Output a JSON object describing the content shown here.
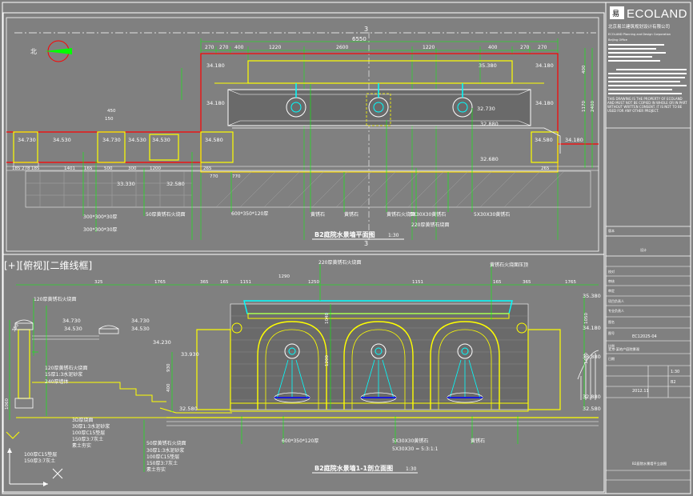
{
  "viewport_label": {
    "plus": "[+]",
    "view": "[俯视]",
    "style": "[二维线框]"
  },
  "colors": {
    "background": "#808080",
    "yellow": "#ffff00",
    "green": "#00ff00",
    "red": "#ff0000",
    "white": "#ffffff",
    "cyan": "#00ffff",
    "blue": "#0000ff",
    "black": "#000000",
    "dark_fill": "#6a6a6a"
  },
  "plan": {
    "title": "B2庭院水景墙平面图",
    "scale": "1:30",
    "section_mark": "3",
    "north_label": "北",
    "total_width": "6550",
    "top_dims": [
      "270",
      "270",
      "400",
      "1220",
      "2600",
      "1220",
      "400",
      "270",
      "270"
    ],
    "right_dims": [
      "400",
      "1170",
      "2400"
    ],
    "left_dims": [
      "450",
      "1401",
      "150"
    ],
    "elevations": [
      "34.180",
      "35.380",
      "34.180",
      "34.180",
      "34.180",
      "32.730",
      "32.880",
      "32.680",
      "34.730",
      "34.530",
      "34.730",
      "34.530",
      "34.530",
      "34.580",
      "34.580",
      "34.180",
      "33.330",
      "32.580"
    ],
    "bottom_dims": [
      "185",
      "278",
      "185",
      "165",
      "500",
      "300",
      "1200",
      "265",
      "265",
      "770",
      "770"
    ],
    "notes": [
      "300*300*30厚",
      "300*300*30厚",
      "50厚黄锈石火烧面",
      "600*350*120厚",
      "黄锈石",
      "黄锈石",
      "黄锈石火烧面",
      "220厚黄锈石烧面",
      "5X30X30黄锈石",
      "5X30X30黄锈石"
    ]
  },
  "elevation": {
    "title": "B2庭院水景墙1-1剖立面图",
    "scale": "1:30",
    "note_top_left": "120厚黄锈石火烧面",
    "note_top_mid": "220厚黄锈石火烧面",
    "note_top_right": "黄锈石火烧面压顶",
    "top_dims": [
      "325",
      "1765",
      "365",
      "165",
      "1151",
      "1250",
      "1151",
      "165",
      "365",
      "1765"
    ],
    "mid_dims": [
      "1290",
      "1250"
    ],
    "elevations": [
      "35.380",
      "34.730",
      "34.530",
      "34.730",
      "34.530",
      "34.230",
      "33.930",
      "32.580",
      "34.180",
      "33.880",
      "32.880",
      "32.580"
    ],
    "height_dims": [
      "1060",
      "1040",
      "1200",
      "1050",
      "1400",
      "930",
      "400",
      "350"
    ],
    "layers_left": [
      "120厚黄锈石火烧面",
      "15厚1:3水泥砂浆",
      "240厚墙体",
      "3D厚烧面",
      "30厚1:3水泥砂浆",
      "100厚C15垫层",
      "150厚3:7灰土",
      "素土夯实"
    ],
    "layers_bottom_left": [
      "100厚C15垫层",
      "150厚3:7灰土"
    ],
    "layers_mid": [
      "50厚黄锈石火烧面",
      "30厚1:3水泥砂浆",
      "100厚C15垫层",
      "150厚3:7灰土",
      "素土夯实"
    ],
    "notes_bottom": [
      "600*350*120厚",
      "5X30X30黄锈石",
      "5X30X30 = 5:3:1:1",
      "黄锈石"
    ]
  },
  "titleblock": {
    "logo_text": "ECOLAND",
    "company_cn": "北京易兰建筑规划设计有限公司",
    "company_en": "ECOLAND Planning and Design Corporation",
    "address": "Beijing Office",
    "warning": "THIS DRAWING IS THE PROPERTY OF ECOLAND AND MUST NOT BE COPIED IN WHOLE OR IN PART WITHOUT WRITTEN CONSENT. IT IS NOT TO BE USED FOR ANY OTHER PROJECT.",
    "drawing_no": "EC12025-04",
    "project": "北京·某地产庭院景观",
    "scale": "1:30",
    "date": "2012.11",
    "sheet": "B2",
    "bottom_code": "B2庭院水景墙平立剖图",
    "field_labels": [
      "设计",
      "校对",
      "审核",
      "审定",
      "项目负责人",
      "专业负责人",
      "图名",
      "图号",
      "比例",
      "日期",
      "版本"
    ]
  }
}
